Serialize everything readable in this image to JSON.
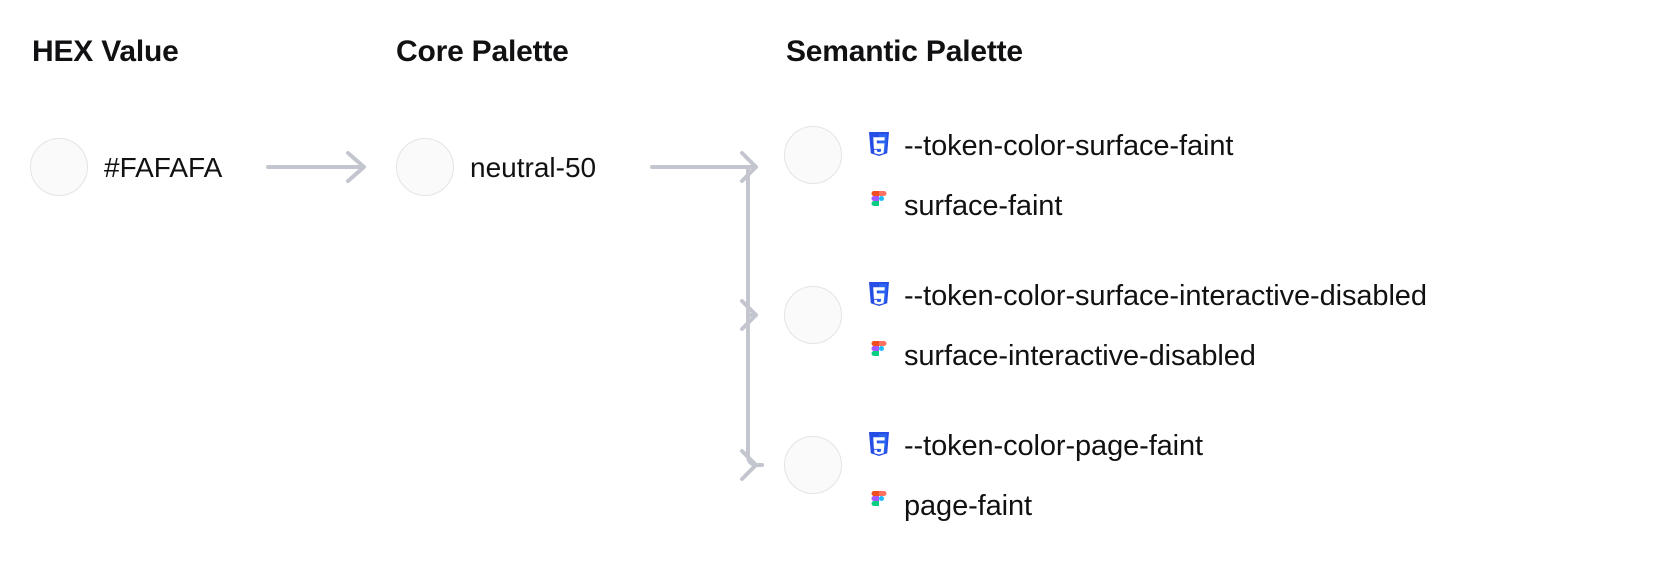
{
  "columns": {
    "hex": {
      "heading": "HEX Value"
    },
    "core": {
      "heading": "Core Palette"
    },
    "semantic": {
      "heading": "Semantic Palette"
    }
  },
  "hex": {
    "value": "#FAFAFA",
    "swatch_color": "#FAFAFA"
  },
  "core": {
    "value": "neutral-50",
    "swatch_color": "#FAFAFA"
  },
  "semantic": {
    "tokens": [
      {
        "css_icon": "css3-icon",
        "css_name": "--token-color-surface-faint",
        "figma_icon": "figma-icon",
        "figma_name": "surface-faint",
        "swatch_color": "#FAFAFA"
      },
      {
        "css_icon": "css3-icon",
        "css_name": "--token-color-surface-interactive-disabled",
        "figma_icon": "figma-icon",
        "figma_name": "surface-interactive-disabled",
        "swatch_color": "#FAFAFA"
      },
      {
        "css_icon": "css3-icon",
        "css_name": "--token-color-page-faint",
        "figma_icon": "figma-icon",
        "figma_name": "page-faint",
        "swatch_color": "#FAFAFA"
      }
    ]
  },
  "theme": {
    "background": "#FFFFFF",
    "text_color": "#111113",
    "swatch_border": "#E4E4E7",
    "connector_color": "#C3C6CE",
    "css_icon_blue": "#264DE4",
    "figma_red": "#F24E1E",
    "figma_orange": "#FF7262",
    "figma_purple": "#A259FF",
    "figma_blue": "#1ABCFE",
    "figma_green": "#0ACF83"
  }
}
